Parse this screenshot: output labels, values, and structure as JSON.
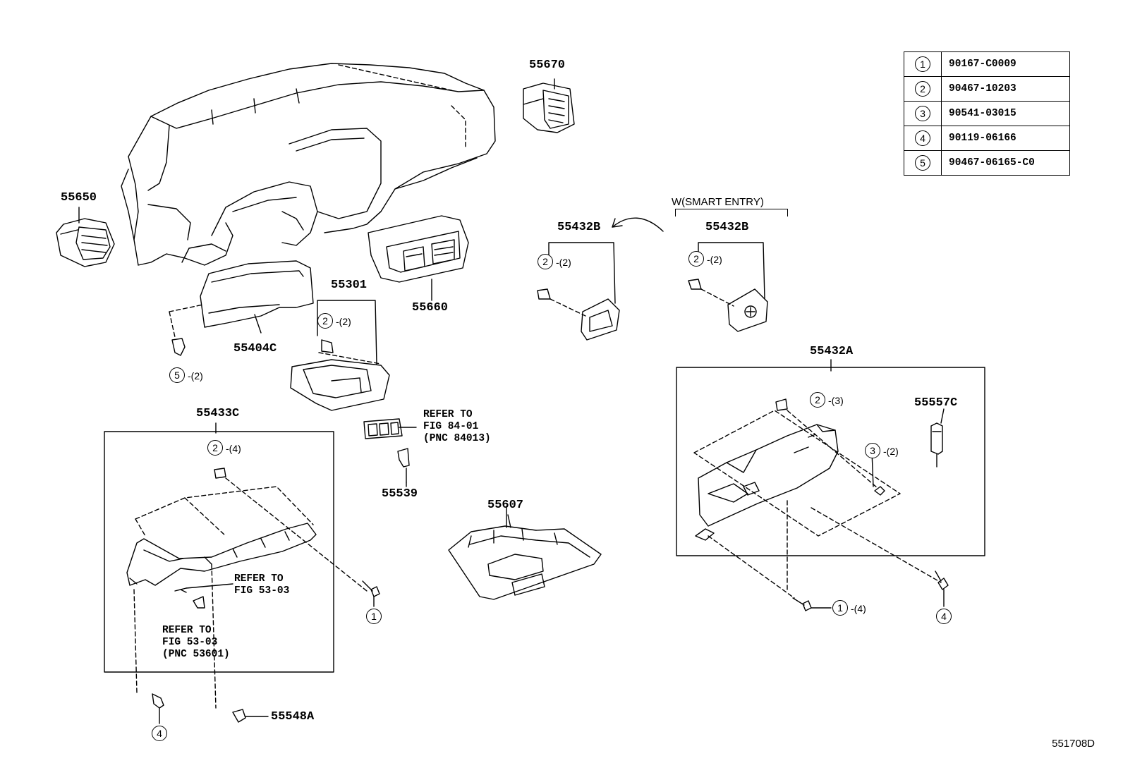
{
  "parts": {
    "p55670": "55670",
    "p55650": "55650",
    "p55432B_left": "55432B",
    "p55432B_right": "55432B",
    "p55301": "55301",
    "p55660": "55660",
    "p55404C": "55404C",
    "p55432A": "55432A",
    "p55557C": "55557C",
    "p55433C": "55433C",
    "p55539": "55539",
    "p55607": "55607",
    "p55548A": "55548A"
  },
  "variant_label": "W(SMART ENTRY)",
  "notes": {
    "refer_84": "REFER TO\nFIG 84-01\n(PNC 84013)",
    "refer_53a": "REFER TO\nFIG 53-03",
    "refer_53b": "REFER TO\nFIG 53-03\n(PNC 53601)"
  },
  "callouts": {
    "c1": {
      "num": "2",
      "qty": "-(2)"
    },
    "c2": {
      "num": "2",
      "qty": "-(2)"
    },
    "c3": {
      "num": "2",
      "qty": "-(2)"
    },
    "c4": {
      "num": "5",
      "qty": "-(2)"
    },
    "c5": {
      "num": "2",
      "qty": "-(3)"
    },
    "c6": {
      "num": "3",
      "qty": "-(2)"
    },
    "c7": {
      "num": "2",
      "qty": "-(4)"
    },
    "c8": {
      "num": "1",
      "qty": "-(4)"
    },
    "c9": {
      "num": "1"
    },
    "c10": {
      "num": "4"
    },
    "c11": {
      "num": "4"
    }
  },
  "ref_table": [
    {
      "num": "1",
      "part": "90167-C0009"
    },
    {
      "num": "2",
      "part": "90467-10203"
    },
    {
      "num": "3",
      "part": "90541-03015"
    },
    {
      "num": "4",
      "part": "90119-06166"
    },
    {
      "num": "5",
      "part": "90467-06165-C0"
    }
  ],
  "diagram_code": "551708D"
}
